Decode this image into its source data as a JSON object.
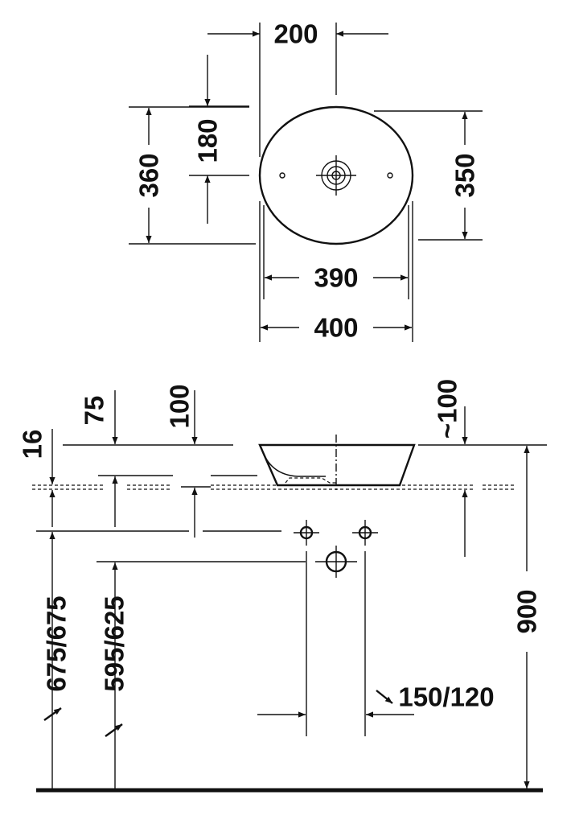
{
  "top_view": {
    "dim_drain_offset_x": "200",
    "dim_drain_offset_y": "180",
    "dim_depth_outer": "360",
    "dim_depth_inner": "350",
    "dim_width_inner": "390",
    "dim_width_outer": "400"
  },
  "side_view": {
    "dim_counter": "16",
    "dim_75": "75",
    "dim_100": "100",
    "dim_approx_100": "~100",
    "dim_height_675": "675/675",
    "dim_height_595": "595/625",
    "dim_total_height": "900",
    "dim_pipe_spacing": "150/120"
  }
}
